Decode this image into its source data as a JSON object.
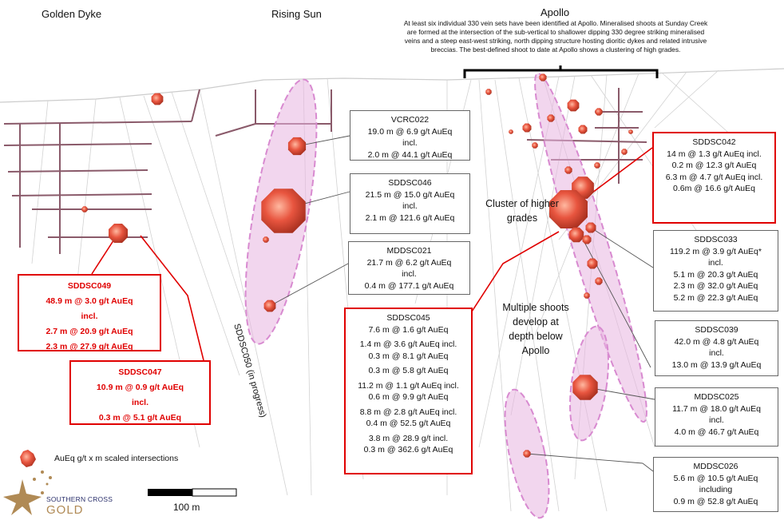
{
  "titles": {
    "golden_dyke": "Golden Dyke",
    "rising_sun": "Rising Sun",
    "apollo": "Apollo"
  },
  "apollo_description": "At least six individual 330 vein sets have been identified at Apollo. Mineralised shoots at Sunday Creek are formed at the intersection of the sub-vertical to shallower dipping 330 degree striking mineralised veins and a steep east-west striking, north dipping structure hosting dioritic dykes and related intrusive breccias.   The best-defined shoot to date at Apollo shows a clustering of high grades.",
  "annotations": {
    "cluster": "Cluster of higher grades",
    "multiple": "Multiple shoots develop at depth below Apollo",
    "in_progress": "SDDSC050 (in progress)"
  },
  "boxes": {
    "vcrc022": {
      "name": "VCRC022",
      "lines": [
        "19.0 m @ 6.9 g/t AuEq",
        "incl.",
        "2.0 m @ 44.1 g/t AuEq"
      ]
    },
    "sddsc046": {
      "name": "SDDSC046",
      "lines": [
        "21.5 m @ 15.0 g/t AuEq",
        "incl.",
        "2.1 m @ 121.6 g/t AuEq"
      ]
    },
    "mddsc021": {
      "name": "MDDSC021",
      "lines": [
        "21.7 m @ 6.2 g/t AuEq",
        "incl.",
        "0.4 m @ 177.1 g/t AuEq"
      ]
    },
    "sddsc045": {
      "name": "SDDSC045",
      "lines": [
        "7.6 m @ 1.6 g/t AuEq",
        "1.4 m @ 3.6 g/t AuEq incl.",
        "0.3 m @ 8.1 g/t AuEq",
        "0.3 m @ 5.8 g/t AuEq",
        "11.2 m @ 1.1 g/t AuEq incl.",
        "0.6 m @ 9.9 g/t AuEq",
        "8.8 m @ 2.8 g/t AuEq incl.",
        "0.4 m @ 52.5 g/t AuEq",
        "3.8 m @ 28.9 g/t incl.",
        "0.3 m @ 362.6 g/t AuEq"
      ]
    },
    "sddsc042": {
      "name": "SDDSC042",
      "lines": [
        "14 m @ 1.3 g/t AuEq incl.",
        "0.2 m @ 12.3 g/t AuEq",
        "6.3 m @ 4.7 g/t AuEq incl.",
        "0.6m @ 16.6 g/t AuEq"
      ]
    },
    "sddsc033": {
      "name": "SDDSC033",
      "lines": [
        "119.2 m @ 3.9 g/t AuEq*",
        "incl.",
        "5.1 m @ 20.3 g/t AuEq",
        "2.3 m @ 32.0 g/t AuEq",
        "5.2 m @ 22.3 g/t AuEq"
      ]
    },
    "sddsc039": {
      "name": "SDDSC039",
      "lines": [
        "42.0 m @ 4.8 g/t AuEq",
        "incl.",
        "13.0 m @ 13.9 g/t AuEq"
      ]
    },
    "mddsc025": {
      "name": "MDDSC025",
      "lines": [
        "11.7 m @ 18.0 g/t AuEq",
        "incl.",
        "4.0 m @ 46.7 g/t AuEq"
      ]
    },
    "mddsc026": {
      "name": "MDDSC026",
      "lines": [
        "5.6 m @ 10.5 g/t AuEq",
        "including",
        "0.9 m @ 52.8 g/t AuEq"
      ]
    },
    "sddsc049": {
      "name": "SDDSC049",
      "lines": [
        "48.9 m @ 3.0 g/t AuEq",
        "incl.",
        "2.7 m @ 20.9 g/t AuEq",
        "2.3 m @ 27.9 g/t AuEq"
      ]
    },
    "sddsc047": {
      "name": "SDDSC047",
      "lines": [
        "10.9 m @ 0.9 g/t AuEq",
        "incl.",
        "0.3 m @ 5.1 g/t AuEq"
      ]
    }
  },
  "legend": {
    "label": "AuEq g/t x m scaled intersections",
    "icon": "octahedron-intersection-icon"
  },
  "scale_bar": {
    "label": "100 m"
  },
  "logo": {
    "line1": "SOUTHERN CROSS",
    "line2": "GOLD"
  },
  "colors": {
    "highlight_red": "#e00000",
    "shoot_pink": "#e8b4e0",
    "intersection": "#e8553f"
  }
}
